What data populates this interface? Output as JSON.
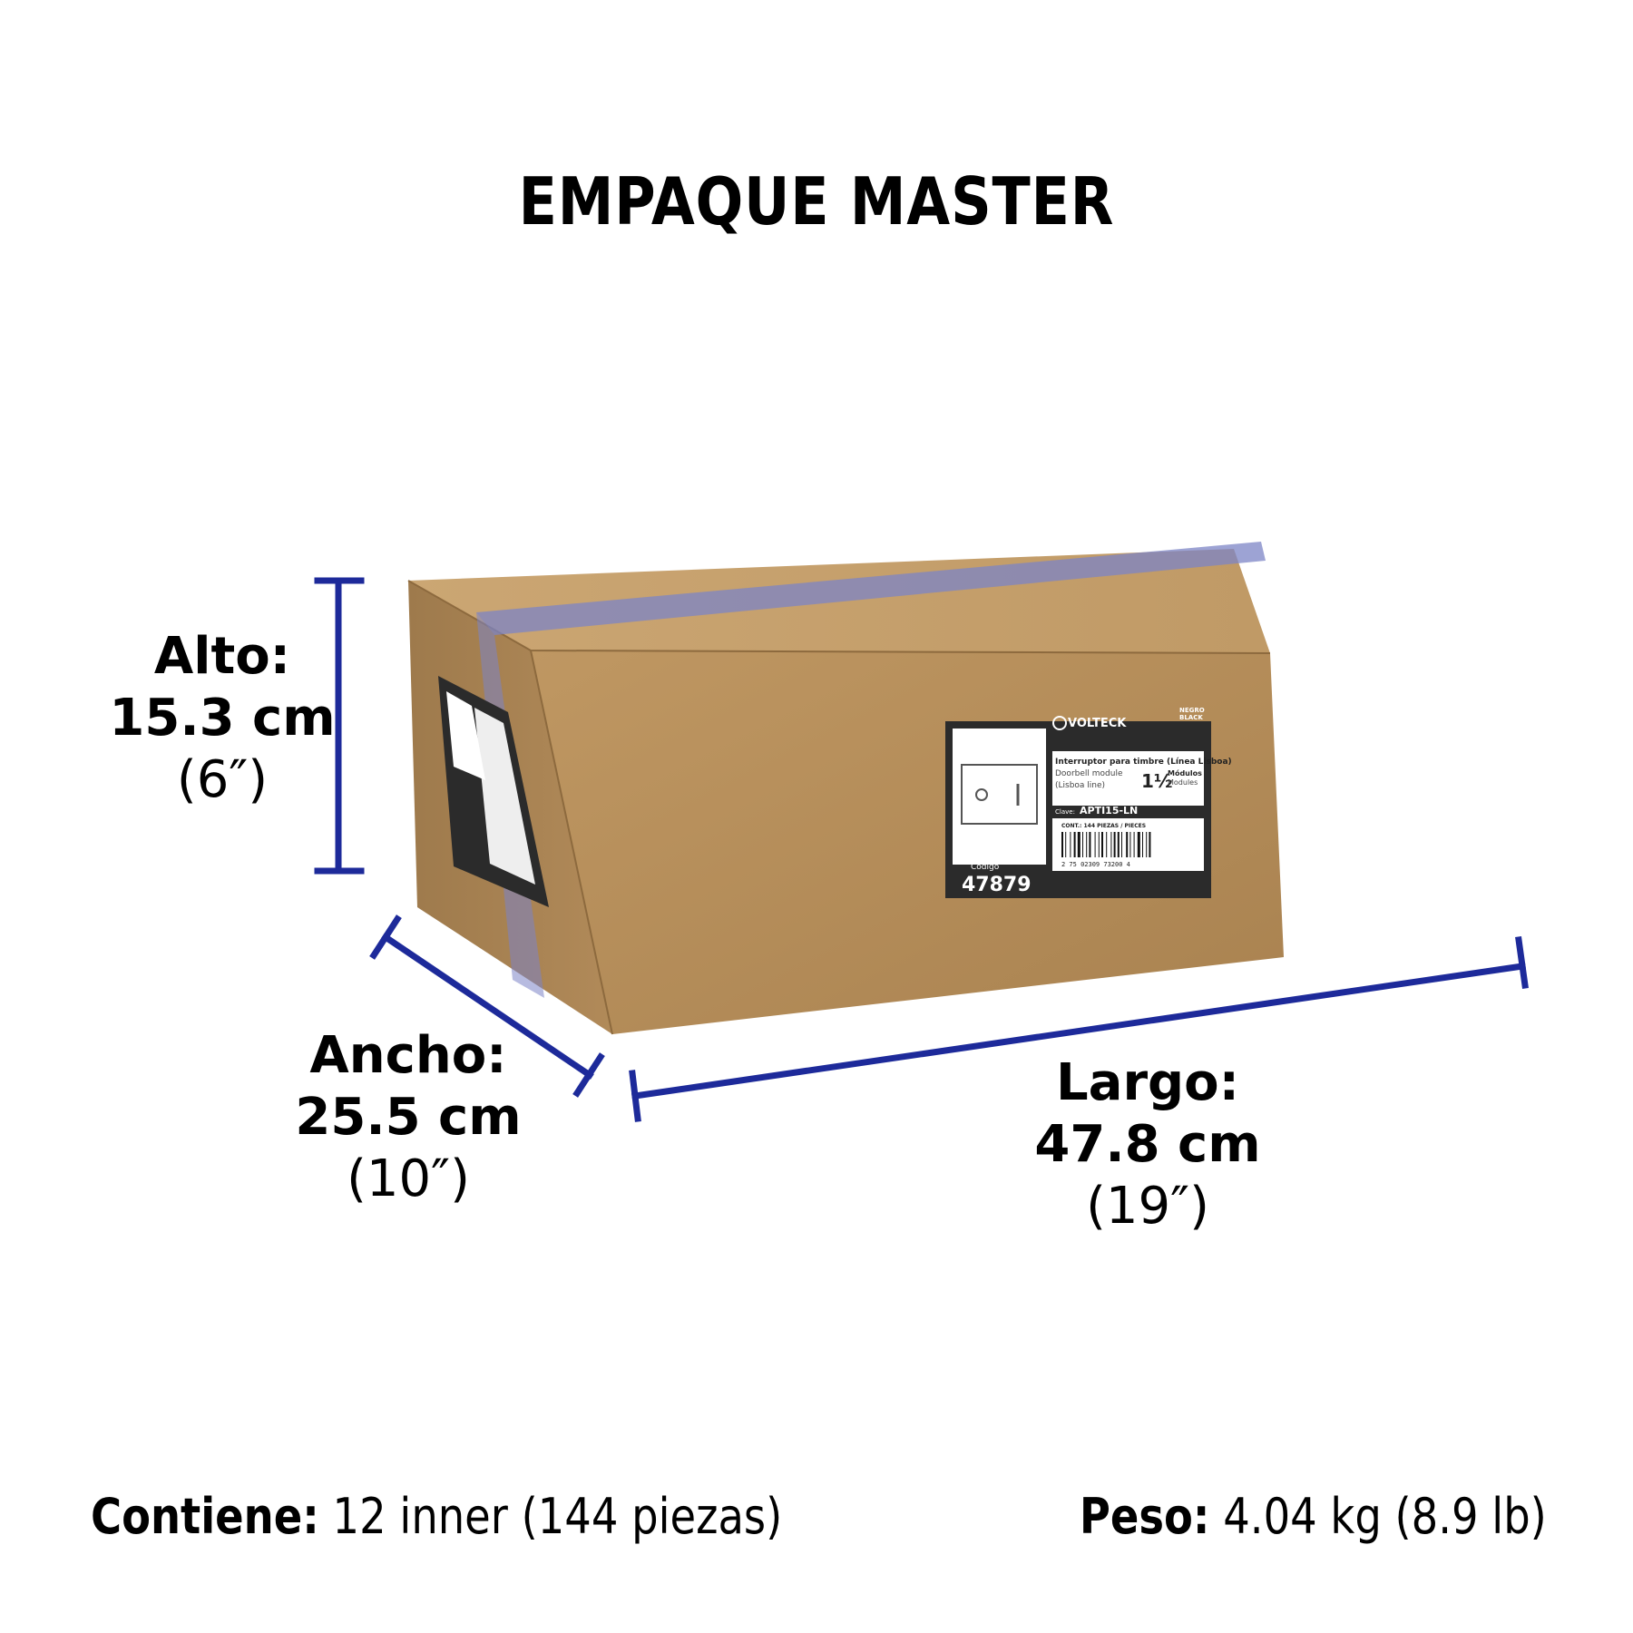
{
  "title": "EMPAQUE MASTER",
  "dimensions": {
    "alto": {
      "label": "Alto:",
      "value": "15.3 cm",
      "inches": "(6″)"
    },
    "ancho": {
      "label": "Ancho:",
      "value": "25.5 cm",
      "inches": "(10″)"
    },
    "largo": {
      "label": "Largo:",
      "value": "47.8 cm",
      "inches": "(19″)"
    }
  },
  "footer": {
    "contains_label": "Contiene:",
    "contains_value": "12 inner (144 piezas)",
    "weight_label": "Peso:",
    "weight_value": "4.04 kg (8.9 lb)"
  },
  "label": {
    "brand": "VOLTECK",
    "color_es": "NEGRO",
    "color_en": "BLACK",
    "name_es": "Interruptor para timbre (Línea Lisboa)",
    "name_en": "Doorbell module",
    "line_en": "(Lisboa line)",
    "modules_num": "1½",
    "modules_es": "Módulos",
    "modules_en": "Modules",
    "clave_label": "Clave:",
    "clave_value": "APTI15-LN",
    "cont": "CONT.: 144 PIEZAS / PIECES",
    "barcode_digits": "2  75  02309  73200  4",
    "codigo_label": "Código",
    "codigo_value": "47879"
  },
  "colors": {
    "dimension_line": "#1d2a9a",
    "cardboard_front": "#b68e5c",
    "cardboard_top": "#c7a06c",
    "cardboard_side": "#a47f50",
    "label_dark": "#2b2b2b"
  }
}
